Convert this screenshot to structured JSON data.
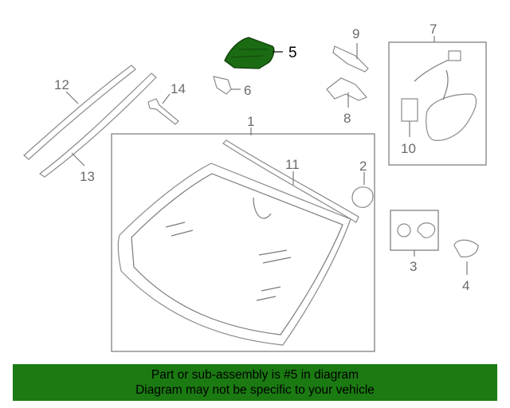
{
  "diagram": {
    "highlight_color": "#1b6b12",
    "banner_color": "#1b7a12",
    "callouts": [
      {
        "id": "c1",
        "label": "1"
      },
      {
        "id": "c2",
        "label": "2"
      },
      {
        "id": "c3",
        "label": "3"
      },
      {
        "id": "c4",
        "label": "4"
      },
      {
        "id": "c5",
        "label": "5"
      },
      {
        "id": "c6",
        "label": "6"
      },
      {
        "id": "c7",
        "label": "7"
      },
      {
        "id": "c8",
        "label": "8"
      },
      {
        "id": "c9",
        "label": "9"
      },
      {
        "id": "c10",
        "label": "10"
      },
      {
        "id": "c11",
        "label": "11"
      },
      {
        "id": "c12",
        "label": "12"
      },
      {
        "id": "c13",
        "label": "13"
      },
      {
        "id": "c14",
        "label": "14"
      }
    ]
  },
  "banner": {
    "line1": "Part or sub-assembly is #5 in diagram",
    "line2": "Diagram may not be specific to your vehicle"
  }
}
